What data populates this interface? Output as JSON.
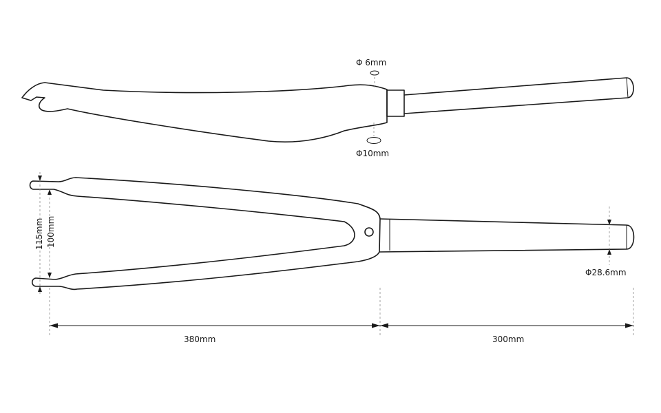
{
  "labels": {
    "top_hole_diameter": "Φ 6mm",
    "bottom_hole_diameter": "Φ10mm",
    "dropout_width_outer": "115mm",
    "dropout_width_inner": "100mm",
    "steerer_diameter": "Φ28.6mm",
    "blade_length": "380mm",
    "steerer_length": "300mm"
  }
}
